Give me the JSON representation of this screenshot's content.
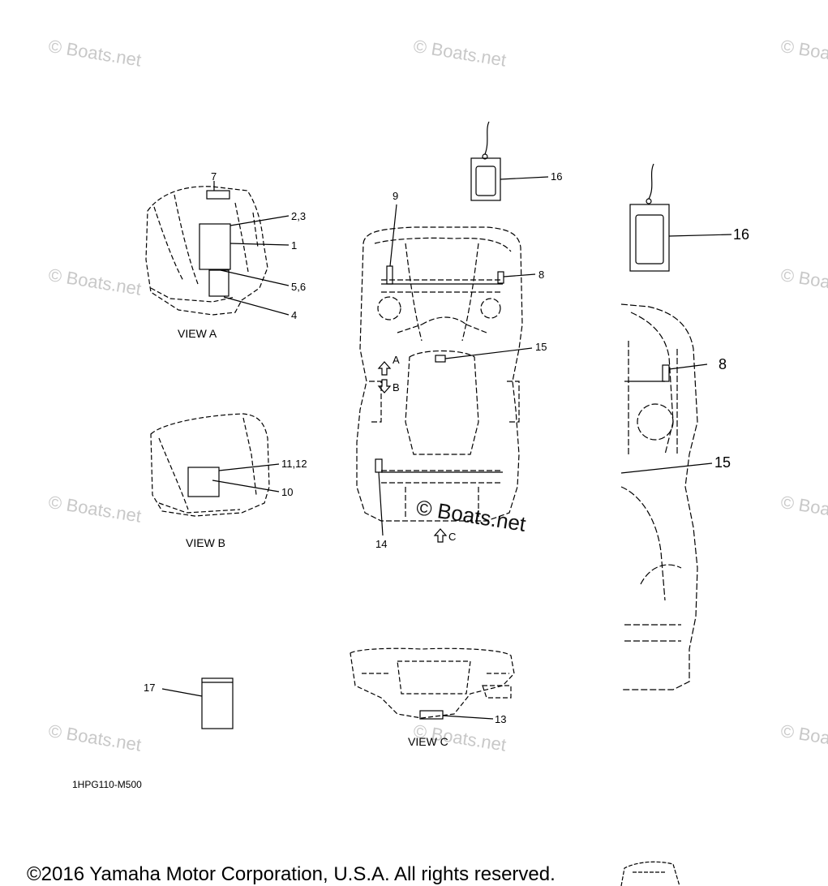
{
  "callouts": {
    "c7": "7",
    "c2_3": "2,3",
    "c1": "1",
    "c5_6": "5,6",
    "c4": "4",
    "c9": "9",
    "c16a": "16",
    "c8a": "8",
    "c15a": "15",
    "c16b": "16",
    "c8b": "8",
    "c15b": "15",
    "c11_12": "11,12",
    "c10": "10",
    "c14": "14",
    "c13": "13",
    "c17": "17"
  },
  "arrows": {
    "a": "A",
    "b": "B",
    "c": "C"
  },
  "views": {
    "view_a": "VIEW A",
    "view_b": "VIEW B",
    "view_c": "VIEW C"
  },
  "diagram_code": "1HPG110-M500",
  "watermarks": {
    "text": "© Boats.net",
    "center_text": "© Boats.net"
  },
  "footer": {
    "copyright": "©2016 Yamaha Motor Corporation, U.S.A. All rights reserved."
  }
}
